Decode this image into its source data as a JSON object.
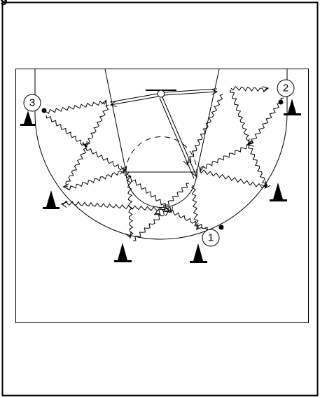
{
  "heading": "g",
  "players": [
    {
      "label": "1"
    },
    {
      "label": "2"
    },
    {
      "label": "3"
    }
  ],
  "colors": {
    "ink": "#000000",
    "background": "#ffffff"
  },
  "icons": [
    "cone-icon",
    "ball-icon",
    "player-icon",
    "basket-icon"
  ]
}
